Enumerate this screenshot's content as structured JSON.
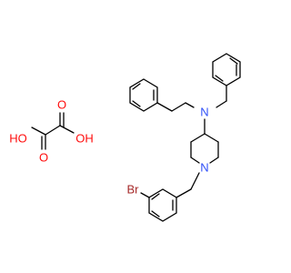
{
  "colors": {
    "background": "#ffffff",
    "bond": "#000000",
    "oxygen": "#ff0d0d",
    "nitrogen": "#3050f8",
    "bromine": "#a62929"
  },
  "atoms": {
    "oxygen_label": "O",
    "hydroxyl_label": "HO",
    "hydroxyl_label_right": "OH",
    "nitrogen_label": "N",
    "bromine_label": "Br"
  }
}
